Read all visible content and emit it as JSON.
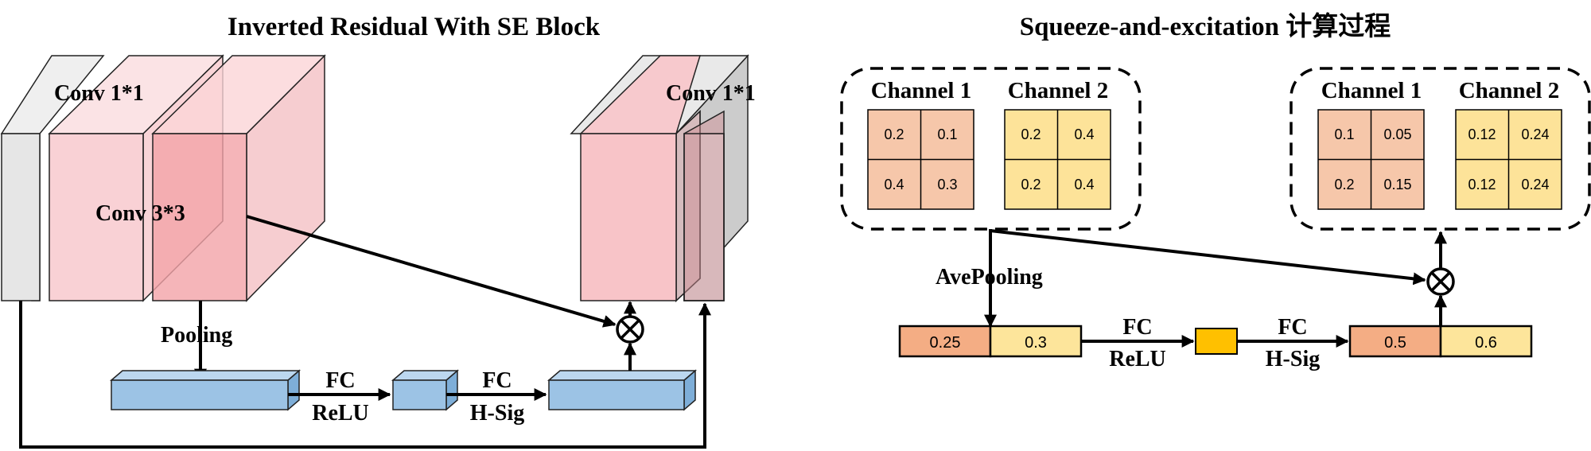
{
  "left": {
    "title": "Inverted Residual With SE Block",
    "conv1_label": "Conv 1*1",
    "conv3_label": "Conv 3*3",
    "conv_out_label": "Conv 1*1",
    "pooling_label": "Pooling",
    "fc1_label": "FC",
    "relu_label": "ReLU",
    "fc2_label": "FC",
    "hsig_label": "H-Sig"
  },
  "right": {
    "title": "Squeeze-and-excitation 计算过程",
    "input": {
      "channel1_label": "Channel 1",
      "channel1_values": [
        "0.2",
        "0.1",
        "0.4",
        "0.3"
      ],
      "channel2_label": "Channel 2",
      "channel2_values": [
        "0.2",
        "0.4",
        "0.2",
        "0.4"
      ]
    },
    "output": {
      "channel1_label": "Channel 1",
      "channel1_values": [
        "0.1",
        "0.05",
        "0.2",
        "0.15"
      ],
      "channel2_label": "Channel 2",
      "channel2_values": [
        "0.12",
        "0.24",
        "0.12",
        "0.24"
      ]
    },
    "avepooling_label": "AvePooling",
    "pooled_values": [
      "0.25",
      "0.3"
    ],
    "fc1_label": "FC",
    "relu_label": "ReLU",
    "fc2_label": "FC",
    "hsig_label": "H-Sig",
    "scale_values": [
      "0.5",
      "0.6"
    ]
  },
  "colors": {
    "gray_face": "#e6e6e6",
    "gray_side": "#cfcfcf",
    "pink_face": "#f8c4c8",
    "pink_dark": "#f1a0a6",
    "blue_face": "#9cc3e5",
    "blue_top": "#bcd7ef",
    "blue_side": "#7eaed8",
    "orange_cell": "#f6c7aa",
    "yellow_cell": "#fde399",
    "orange_vec": "#f4ad84",
    "yellow_vec": "#fde59b",
    "gold": "#ffc000"
  }
}
